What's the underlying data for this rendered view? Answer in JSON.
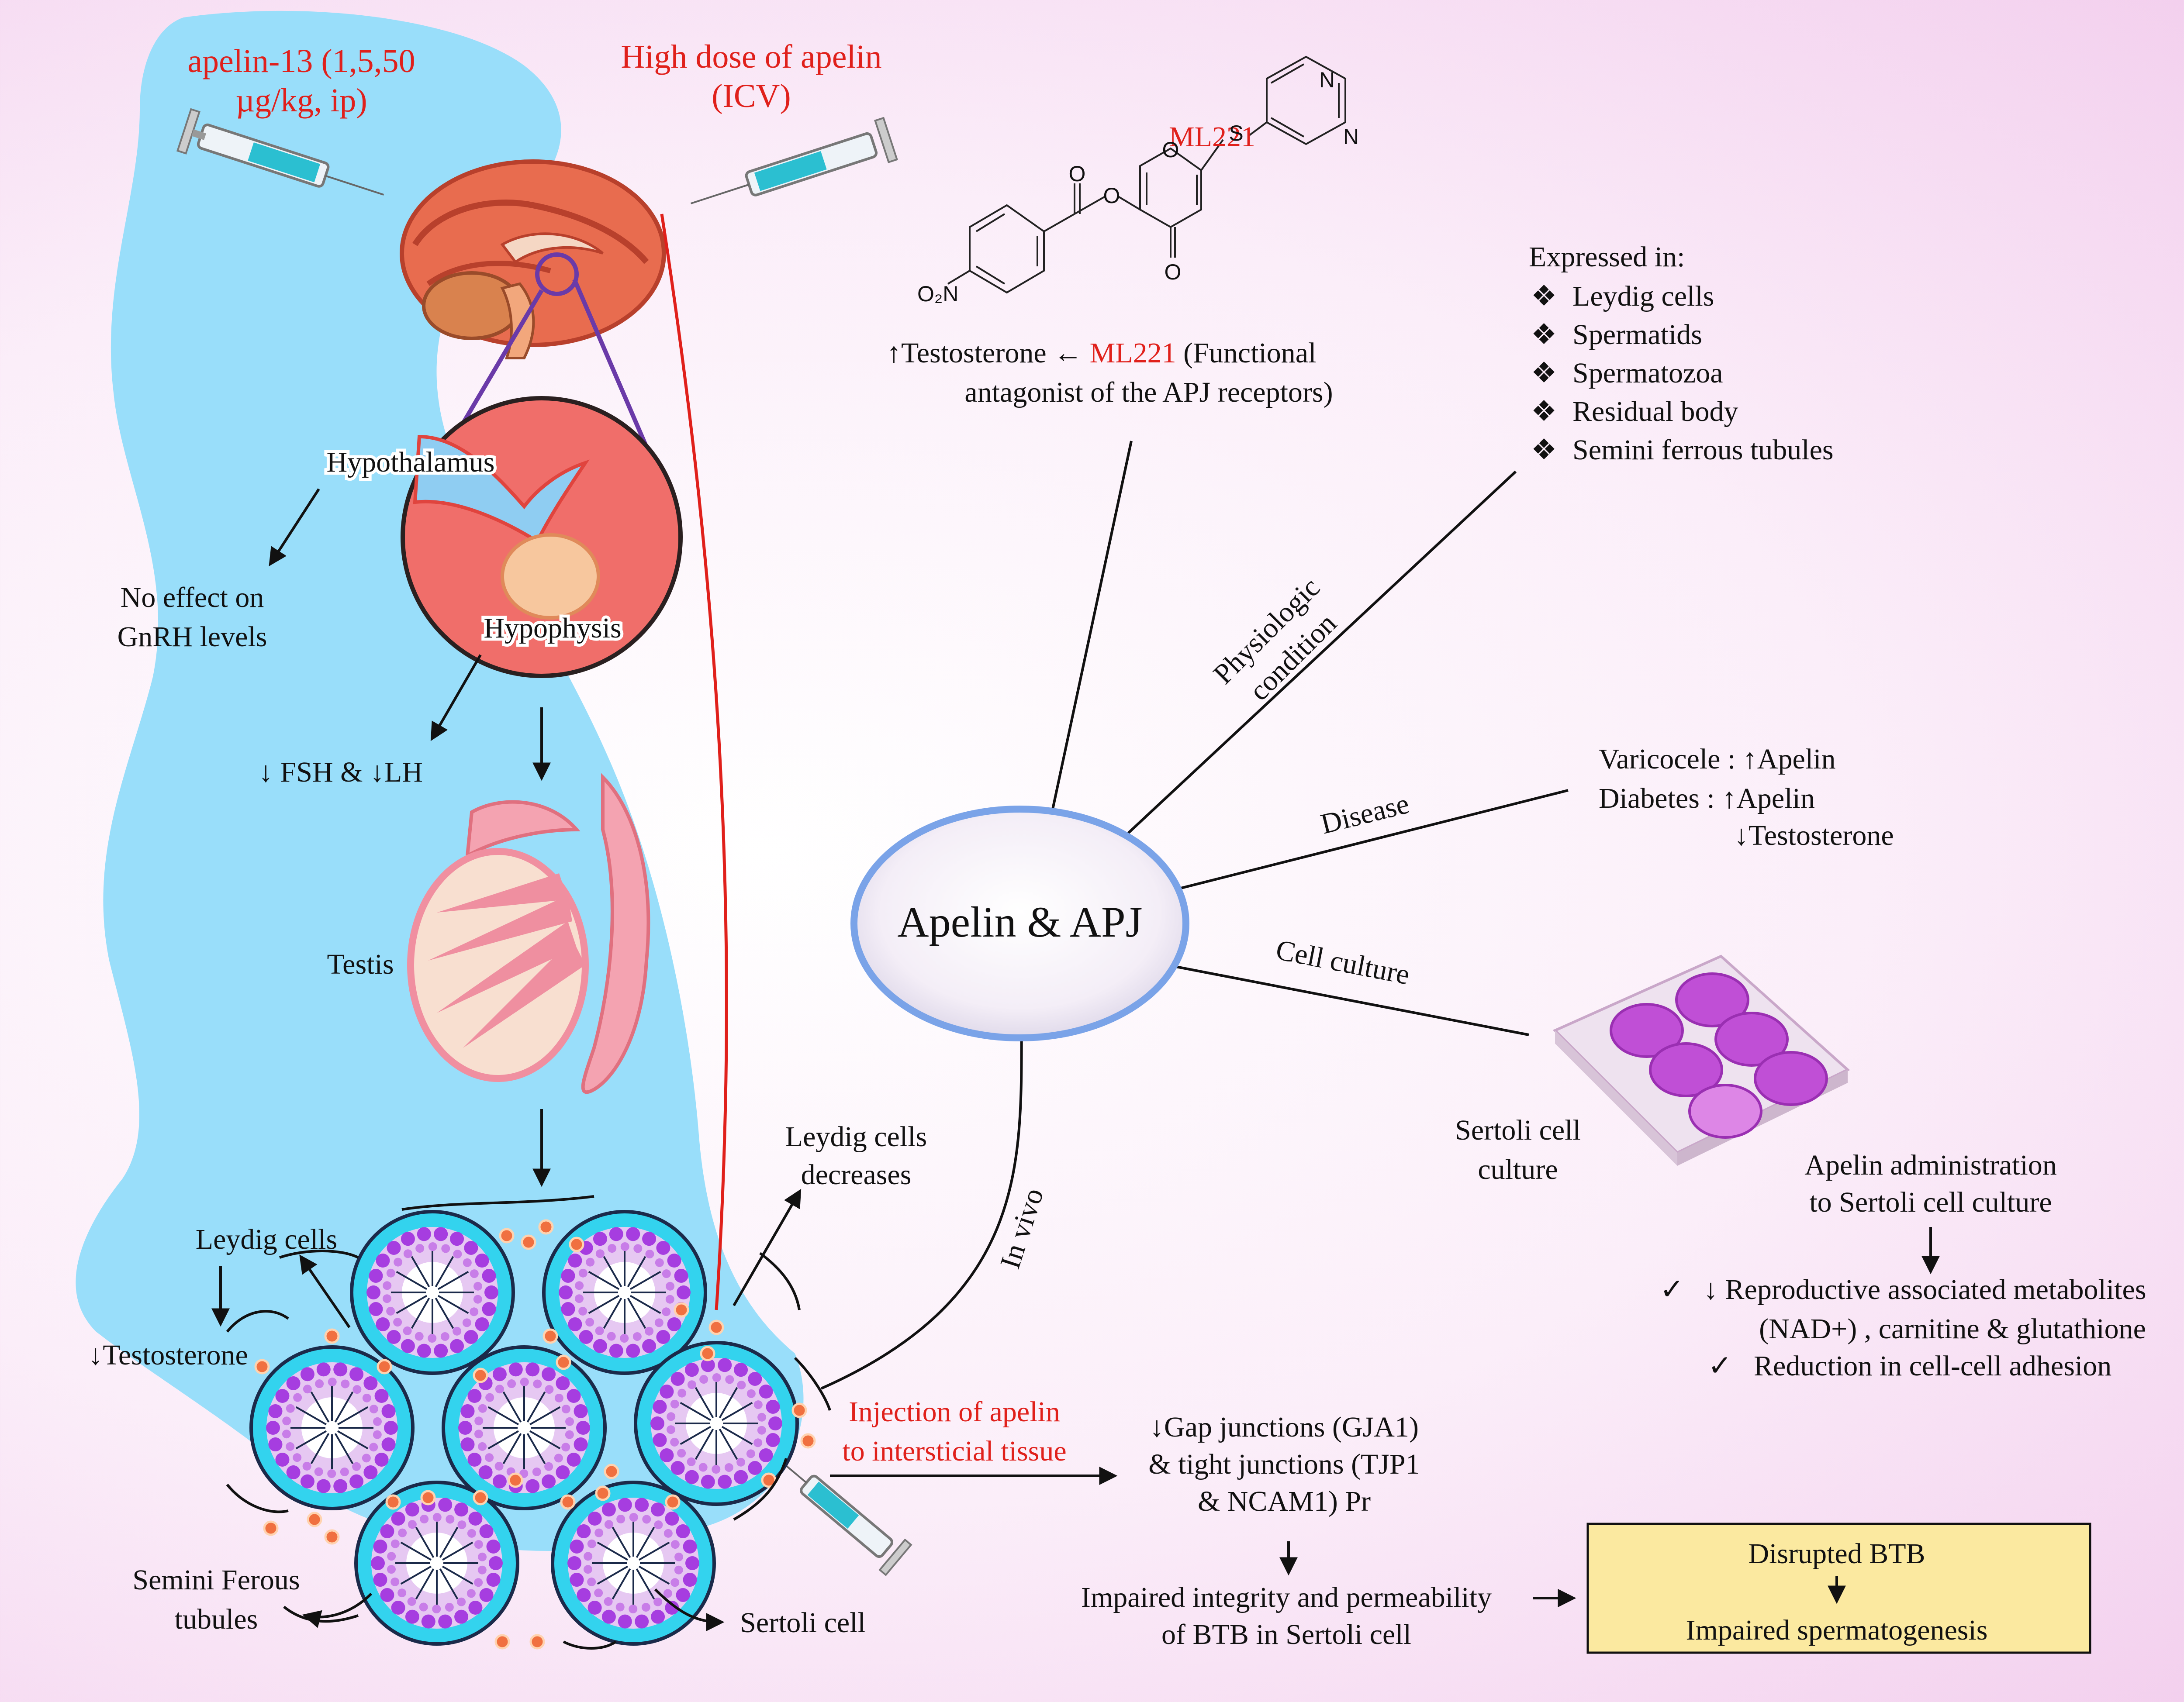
{
  "left_panel": {
    "apelin13_line1": "apelin-13 (1,5,50",
    "apelin13_line2": "µg/kg, ip)",
    "high_dose_line1": "High dose of apelin",
    "high_dose_line2": "(ICV)",
    "hypothalamus": "Hypothalamus",
    "no_effect_line1": "No effect on",
    "no_effect_line2": "GnRH levels",
    "hypophysis": "Hypophysis",
    "fsh_lh": "↓ FSH & ↓LH",
    "testis": "Testis",
    "leydig_decreases_line1": "Leydig cells",
    "leydig_decreases_line2": "decreases",
    "leydig_cells": "Leydig cells",
    "testosterone_down": "↓Testosterone",
    "injection_line1": "Injection of apelin",
    "injection_line2": "to intersticial tissue",
    "semini_line1": "Semini Ferous",
    "semini_line2": "tubules",
    "sertoli_cell": "Sertoli cell"
  },
  "center": {
    "hub": "Apelin & APJ",
    "in_vivo": "In vivo",
    "physiologic_line1": "Physiologic",
    "physiologic_line2": "condition",
    "disease": "Disease",
    "cell_culture": "Cell culture"
  },
  "ml221": {
    "label": "ML221",
    "atom_s": "S",
    "atom_n1": "N",
    "atom_n2": "N",
    "atom_o1": "O",
    "atom_o2": "O",
    "atom_o3": "O",
    "atom_o4": "O",
    "atom_no2": "O₂N",
    "caption_pre": "↑Testosterone  ←  ",
    "caption_ml221": "ML221",
    "caption_post": " (Functional",
    "caption_line2": "antagonist of the APJ receptors)"
  },
  "expressed": {
    "title": "Expressed in:",
    "bullet": "❖",
    "items": [
      "Leydig cells",
      "Spermatids",
      "Spermatozoa",
      "Residual body",
      "Semini ferrous tubules"
    ]
  },
  "disease_info": {
    "line1": "Varicocele : ↑Apelin",
    "line2": "Diabetes : ↑Apelin",
    "line3": "↓Testosterone"
  },
  "culture": {
    "sertoli_line1": "Sertoli cell",
    "sertoli_line2": "culture",
    "admin_line1": "Apelin administration",
    "admin_line2": "to Sertoli cell culture",
    "check": "✓",
    "result1_line1": "↓ Reproductive associated metabolites",
    "result1_line2": "(NAD+) , carnitine & glutathione",
    "result2": "Reduction in cell-cell adhesion"
  },
  "bottom": {
    "gap_line1": "↓Gap junctions (GJA1)",
    "gap_line2": "& tight junctions (TJP1",
    "gap_line3": "& NCAM1) Pr",
    "impaired_line1": "Impaired integrity and permeability",
    "impaired_line2": "of BTB in Sertoli cell",
    "box_line1": "Disrupted BTB",
    "box_line2": "Impaired spermatogenesis"
  },
  "colors": {
    "red_text": "#e0201b",
    "blue_region": "#99defa",
    "box_fill": "#fbe9a0",
    "tubule_cyan": "#33d3ee",
    "tubule_purple": "#a63de0",
    "plate_purple": "#c04fd6"
  }
}
